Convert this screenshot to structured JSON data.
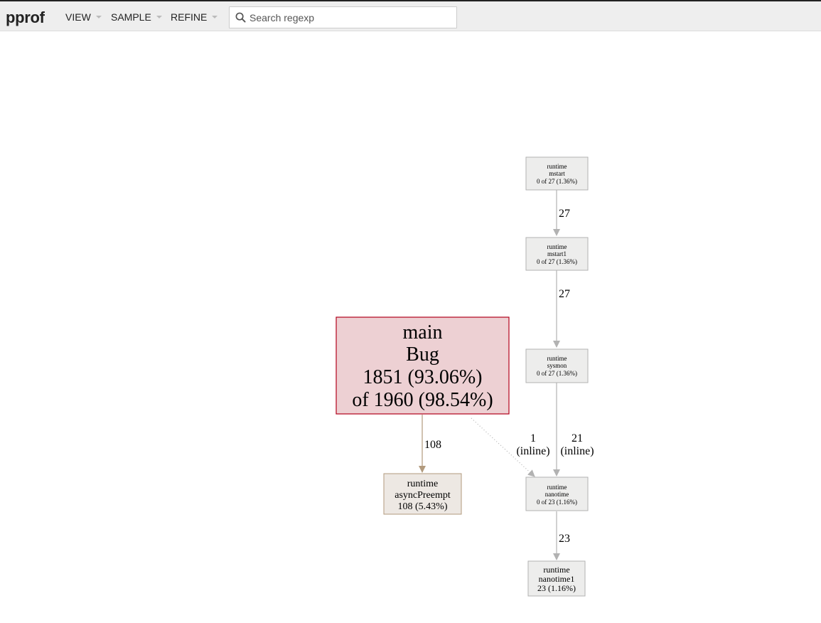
{
  "header": {
    "logo": "pprof",
    "menus": [
      {
        "label": "VIEW"
      },
      {
        "label": "SAMPLE"
      },
      {
        "label": "REFINE"
      }
    ],
    "search": {
      "placeholder": "Search regexp",
      "value": ""
    }
  },
  "graph": {
    "nodes": [
      {
        "id": "mstart",
        "lines": [
          "runtime",
          "mstart",
          "0 of 27 (1.36%)"
        ]
      },
      {
        "id": "mstart1",
        "lines": [
          "runtime",
          "mstart1",
          "0 of 27 (1.36%)"
        ]
      },
      {
        "id": "sysmon",
        "lines": [
          "runtime",
          "sysmon",
          "0 of 27 (1.36%)"
        ]
      },
      {
        "id": "main-bug",
        "lines": [
          "main",
          "Bug",
          "1851 (93.06%)",
          "of 1960 (98.54%)"
        ]
      },
      {
        "id": "asyncpreempt",
        "lines": [
          "runtime",
          "asyncPreempt",
          "108 (5.43%)"
        ]
      },
      {
        "id": "nanotime",
        "lines": [
          "runtime",
          "nanotime",
          "0 of 23 (1.16%)"
        ]
      },
      {
        "id": "nanotime1",
        "lines": [
          "runtime",
          "nanotime1",
          "23 (1.16%)"
        ]
      }
    ],
    "edges": [
      {
        "from": "mstart",
        "to": "mstart1",
        "lines": [
          "27"
        ]
      },
      {
        "from": "mstart1",
        "to": "sysmon",
        "lines": [
          "27"
        ]
      },
      {
        "from": "main-bug",
        "to": "asyncpreempt",
        "lines": [
          "108"
        ]
      },
      {
        "from": "main-bug",
        "to": "nanotime",
        "lines": [
          "1",
          "(inline)"
        ]
      },
      {
        "from": "sysmon",
        "to": "nanotime",
        "lines": [
          "21",
          "(inline)"
        ]
      },
      {
        "from": "nanotime",
        "to": "nanotime1",
        "lines": [
          "23"
        ]
      }
    ]
  }
}
